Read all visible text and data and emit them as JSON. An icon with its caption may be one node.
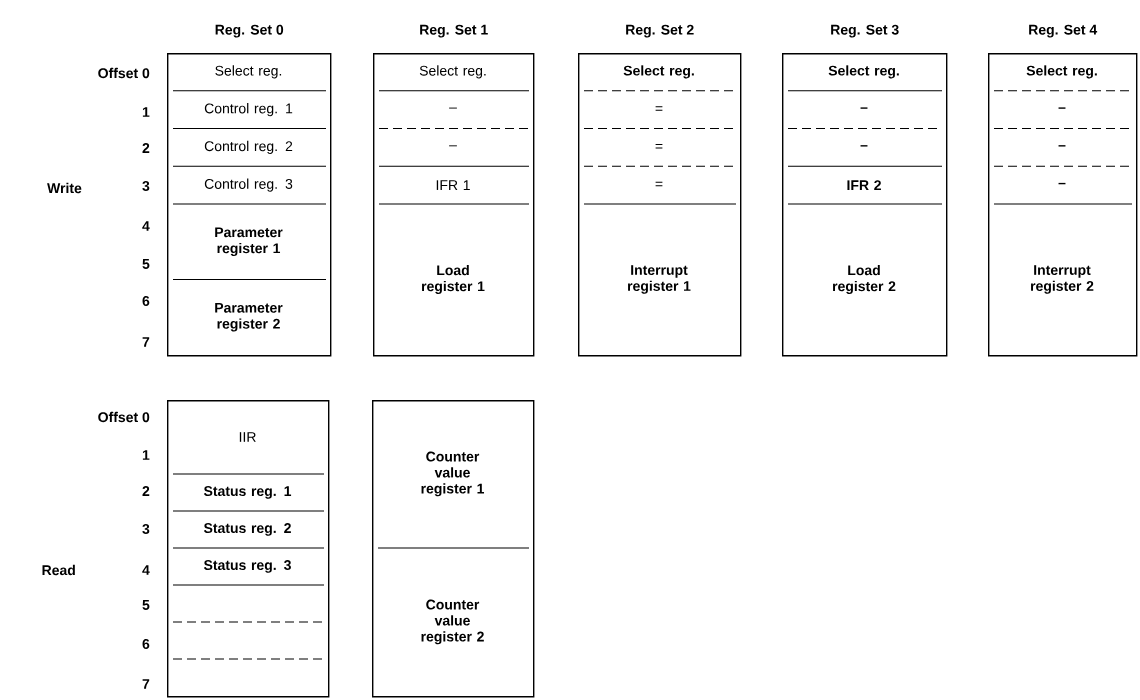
{
  "diagram": {
    "nodes": [
      {
        "text": [
          "Reg. Set 0"
        ]
      },
      {
        "text": [
          "Select reg."
        ],
        "in": 0
      },
      {
        "text": [
          "Control reg. 1"
        ],
        "in": 0
      },
      {
        "text": [
          "Control reg. 2"
        ],
        "in": 0
      },
      {
        "text": [
          "Control reg. 3"
        ],
        "in": 0
      },
      {
        "text": [
          "Parameter register 1"
        ],
        "in": 0
      },
      {
        "text": [
          "Parameter register 2"
        ],
        "in": 0
      },
      {
        "text": [
          "Reg. Set 1"
        ]
      },
      {
        "text": [
          "Select reg."
        ],
        "in": 7
      },
      {
        "text": [
          "–"
        ],
        "in": 7
      },
      {
        "text": [
          "–"
        ],
        "in": 7
      },
      {
        "text": [
          "IFR 1"
        ],
        "in": 7
      },
      {
        "text": [
          "Load register 1"
        ],
        "in": 7
      },
      {
        "text": [
          "Reg. Set 2"
        ]
      },
      {
        "text": [
          "Select reg."
        ],
        "in": 13
      },
      {
        "text": [
          "="
        ],
        "in": 13
      },
      {
        "text": [
          "="
        ],
        "in": 13
      },
      {
        "text": [
          "="
        ],
        "in": 13
      },
      {
        "text": [
          "Interrupt register 1"
        ],
        "in": 13
      },
      {
        "text": [
          "Reg. Set 3"
        ]
      },
      {
        "text": [
          "Select reg."
        ],
        "in": 19
      },
      {
        "text": [
          "–"
        ],
        "in": 19
      },
      {
        "text": [
          "–"
        ],
        "in": 19
      },
      {
        "text": [
          "IFR 2"
        ],
        "in": 19
      },
      {
        "text": [
          "Load register 2"
        ],
        "in": 19
      },
      {
        "text": [
          "Reg. Set 4"
        ]
      },
      {
        "text": [
          "Select reg."
        ],
        "in": 25
      },
      {
        "text": [
          "–"
        ],
        "in": 25
      },
      {
        "text": [
          "–"
        ],
        "in": 25
      },
      {
        "text": [
          "–"
        ],
        "in": 25
      },
      {
        "text": [
          "Interrupt register 2"
        ],
        "in": 25
      },
      {
        "text": [],
        "shape": "box"
      },
      {
        "text": [
          "IIR"
        ],
        "in": 31
      },
      {
        "text": [
          "Status reg. 1"
        ],
        "in": 31
      },
      {
        "text": [
          "Status reg. 2"
        ],
        "in": 31
      },
      {
        "text": [
          "Status reg. 3"
        ],
        "in": 31
      },
      {
        "text": [],
        "shape": "box",
        "in": 31
      },
      {
        "text": [],
        "shape": "box",
        "in": 31
      },
      {
        "text": [],
        "shape": "box",
        "in": 31
      },
      {
        "text": [],
        "shape": "box"
      },
      {
        "text": [
          "Counter value register 1"
        ],
        "in": 39
      },
      {
        "text": [
          "Counter value register 2"
        ],
        "in": 39
      }
    ],
    "labels": [
      "Offset 0",
      "1",
      "2",
      "3",
      "Write",
      "4",
      "5",
      "6",
      "7",
      "Offset 0",
      "1",
      "2",
      "3",
      "Read",
      "4",
      "5",
      "6",
      "7"
    ]
  }
}
